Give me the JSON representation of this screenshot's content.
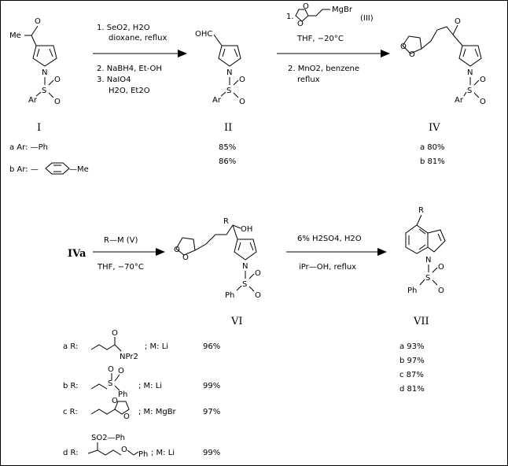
{
  "step1": {
    "reagents": [
      "1. SeO2, H2O",
      "dioxane, reflux",
      "2. NaBH4, Et-OH",
      "3. NaIO4",
      "H2O, Et2O"
    ]
  },
  "step2": {
    "reagent1_prefix": "1.",
    "reagent1_rest": "MgBr",
    "reagent1_tag": "(III)",
    "reagent1_cond": "THF,  −20°C",
    "reagent2": "2. MnO2,  benzene",
    "reagent2_cond": "reflux"
  },
  "step3": {
    "start": "IVa",
    "reagent": "R—M  (V)",
    "cond": "THF,  −70°C"
  },
  "step4": {
    "reagent": "6% H2SO4, H2O",
    "cond": "iPr—OH, reflux"
  },
  "compounds": {
    "I": "I",
    "II": "II",
    "IV": "IV",
    "VI": "VI",
    "VII": "VII"
  },
  "atom_labels": {
    "me": "Me",
    "ohc": "OHC",
    "n": "N",
    "s": "S",
    "o": "O",
    "ar": "Ar",
    "ph": "Ph",
    "oh": "OH",
    "r": "R"
  },
  "list_I": [
    {
      "label": "a  Ar:  —Ph"
    },
    {
      "label": "b  Ar:  —",
      "suffix": "—Me"
    }
  ],
  "yields_II": [
    "85%",
    "86%"
  ],
  "yields_IV": [
    "a  80%",
    "b  81%"
  ],
  "list_VI": [
    {
      "key": "a",
      "r_text": "a  R:",
      "frag1": "O",
      "frag2": "NPr2",
      "m_text": ";  M:  Li",
      "yield": "96%"
    },
    {
      "key": "b",
      "r_text": "b  R:",
      "frag1": "O",
      "frag2": "S",
      "frag3": "Ph",
      "m_text": ";  M:  Li",
      "yield": "99%"
    },
    {
      "key": "c",
      "r_text": "c  R:",
      "frag1": "O",
      "frag2": "O",
      "m_text": ";  M:  MgBr",
      "yield": "97%"
    },
    {
      "key": "d",
      "r_text": "d  R:",
      "frag1": "SO2—Ph",
      "frag2": "O",
      "frag3": "Ph",
      "m_text": ";  M:  Li",
      "yield": "99%"
    }
  ],
  "yields_VII": [
    "a  93%",
    "b  97%",
    "c  87%",
    "d  81%"
  ]
}
